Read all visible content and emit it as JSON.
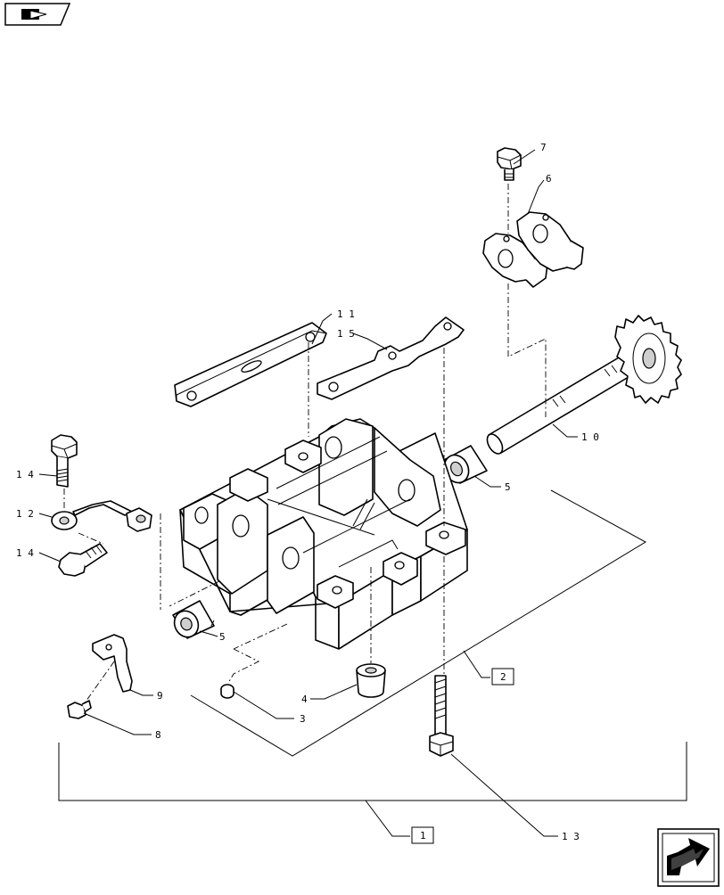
{
  "nav": {
    "prev_icon": "book-arrow-icon",
    "next_icon": "forward-arrow-icon"
  },
  "callouts": {
    "c1": "1",
    "c2": "2",
    "c3": "3",
    "c4": "4",
    "c5a": "5",
    "c5b": "5",
    "c6": "6",
    "c7": "7",
    "c8": "8",
    "c9": "9",
    "c10": "1 0",
    "c11": "1 1",
    "c12": "1 2",
    "c13": "1 3",
    "c14a": "1 4",
    "c14b": "1 4",
    "c15": "1 5"
  },
  "colors": {
    "line": "#000000",
    "shade": "#cfcfcf"
  }
}
